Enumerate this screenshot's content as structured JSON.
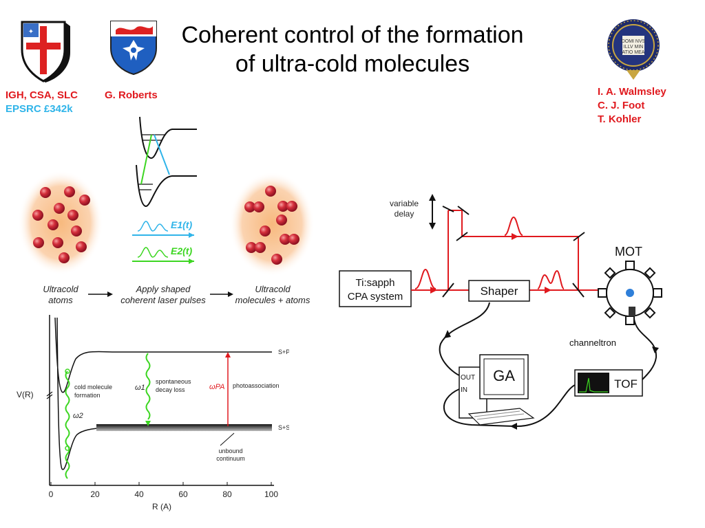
{
  "title": {
    "line1": "Coherent control of the formation",
    "line2": "of ultra-cold molecules"
  },
  "left_credits": {
    "names": "IGH, CSA, SLC",
    "funding": "EPSRC £342k",
    "roberts": "G. Roberts"
  },
  "right_credits": {
    "line1": "I. A. Walmsley",
    "line2": "C. J. Foot",
    "line3": "T. Kohler"
  },
  "process": {
    "left_caption_1": "Ultracold",
    "left_caption_2": "atoms",
    "mid_caption_1": "Apply shaped",
    "mid_caption_2": "coherent laser pulses",
    "right_caption_1": "Ultracold",
    "right_caption_2": "molecules + atoms",
    "e1": "E1(t)",
    "e2": "E2(t)"
  },
  "potential": {
    "ylabel": "V(R)",
    "xlabel": "R (A)",
    "xticks": [
      "0",
      "20",
      "40",
      "60",
      "80",
      "100"
    ],
    "asymptote_upper": "S+P",
    "asymptote_lower": "S+S",
    "cold_formation_1": "cold molecule",
    "cold_formation_2": "formation",
    "omega2": "ω2",
    "omega1": "ω1",
    "decay_1": "spontaneous",
    "decay_2": "decay loss",
    "omega_pa": "ωPA",
    "photoassociation": "photoassociation",
    "continuum_1": "unbound",
    "continuum_2": "continuum"
  },
  "setup": {
    "variable_delay_1": "variable",
    "variable_delay_2": "delay",
    "laser_1": "Ti:sapph",
    "laser_2": "CPA system",
    "shaper": "Shaper",
    "mot": "MOT",
    "channeltron": "channeltron",
    "ga": "GA",
    "out": "OUT",
    "in": "IN",
    "tof": "TOF"
  },
  "colors": {
    "red": "#e0191e",
    "blue": "#2fb4e9",
    "green": "#3cd621"
  }
}
